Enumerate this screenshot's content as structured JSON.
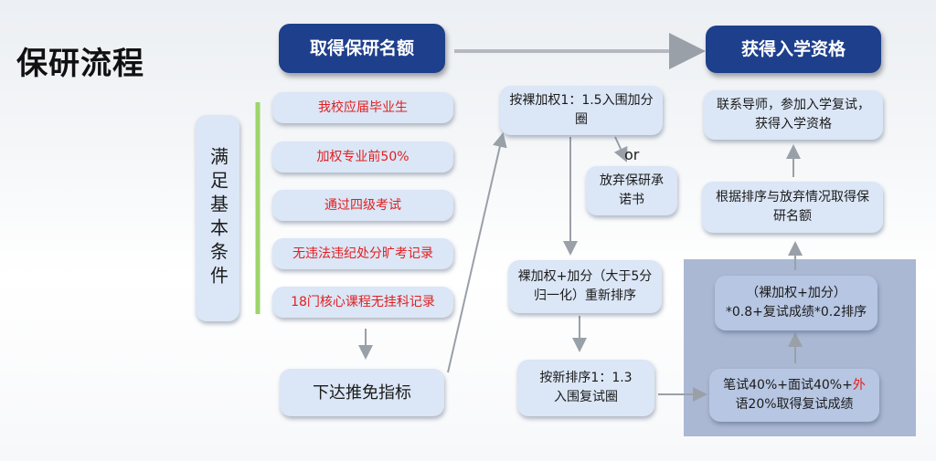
{
  "title": "保研流程",
  "colors": {
    "dark_box": "#1e3f8c",
    "light_box": "#dbe6f6",
    "red_text": "#e02020",
    "condition_bar": "#9ed46a",
    "panel": "#aab8d4"
  },
  "nodes": {
    "get_quota": "取得保研名额",
    "get_admission": "获得入学资格",
    "conditions_label": "满足基本条件",
    "conditions": [
      "我校应届毕业生",
      "加权专业前50%",
      "通过四级考试",
      "无违法违纪处分旷考记录",
      "18门核心课程无挂科记录"
    ],
    "issue_quota": "下达推免指标",
    "bonus_circle": "按裸加权1：1.5入围加分圈",
    "or": "or",
    "give_up": "放弃保研承诺书",
    "rerank": "裸加权+加分（大于5分归一化）重新排序",
    "retest_circle": "按新排序1：1.3入围复试圈",
    "contact": "联系导师，参加入学复试，获得入学资格",
    "get_quota_by_rank": "根据排序与放弃情况取得保研名额",
    "final_rank": "（裸加权+加分）*0.8+复试成绩*0.2排序",
    "retest_score_a": "笔试40%+面试40%+",
    "retest_score_accent": "外",
    "retest_score_b": "语20%取得复试成绩"
  }
}
